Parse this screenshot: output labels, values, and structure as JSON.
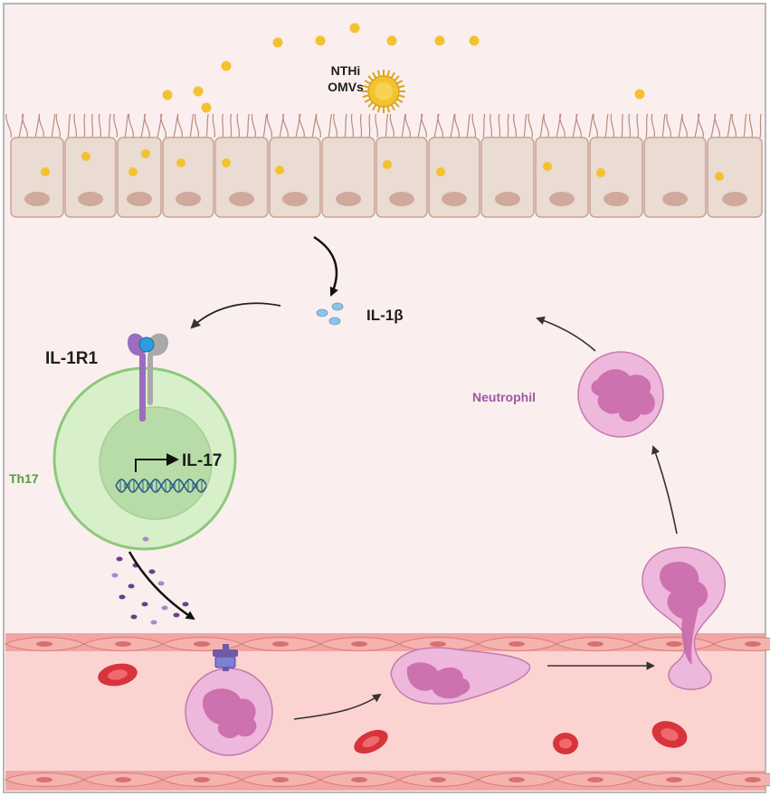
{
  "labels": {
    "nthi_line1": "NTHi",
    "nthi_line2": "OMVs",
    "il1b": "IL-1β",
    "il1r1": "IL-1R1",
    "il17": "IL-17",
    "th17": "Th17",
    "neutrophil": "Neutrophil"
  },
  "colors": {
    "background": "#fbeeee",
    "epithelial_cell": "#eadbd3",
    "epithelial_outline": "#c9a394",
    "nucleus": "#cfa99b",
    "omv": "#f3c22f",
    "il1b": "#8fc3e6",
    "th17_outer": "#d8f0c9",
    "th17_border": "#8cc97a",
    "th17_inner": "#b8dca8",
    "il17_dots": "#6a3e8c",
    "neutrophil_cell": "#eeb7dc",
    "neutrophil_nucleus": "#c96aa8",
    "vessel_wall": "#f2a5a2",
    "vessel_lumen": "#fbd4d2",
    "rbc": "#d8343c",
    "receptor_purple": "#9b6cc0",
    "receptor_blue": "#2f9ce0",
    "th17_label": "#5a9a44",
    "neutrophil_label": "#9a5aa8"
  }
}
